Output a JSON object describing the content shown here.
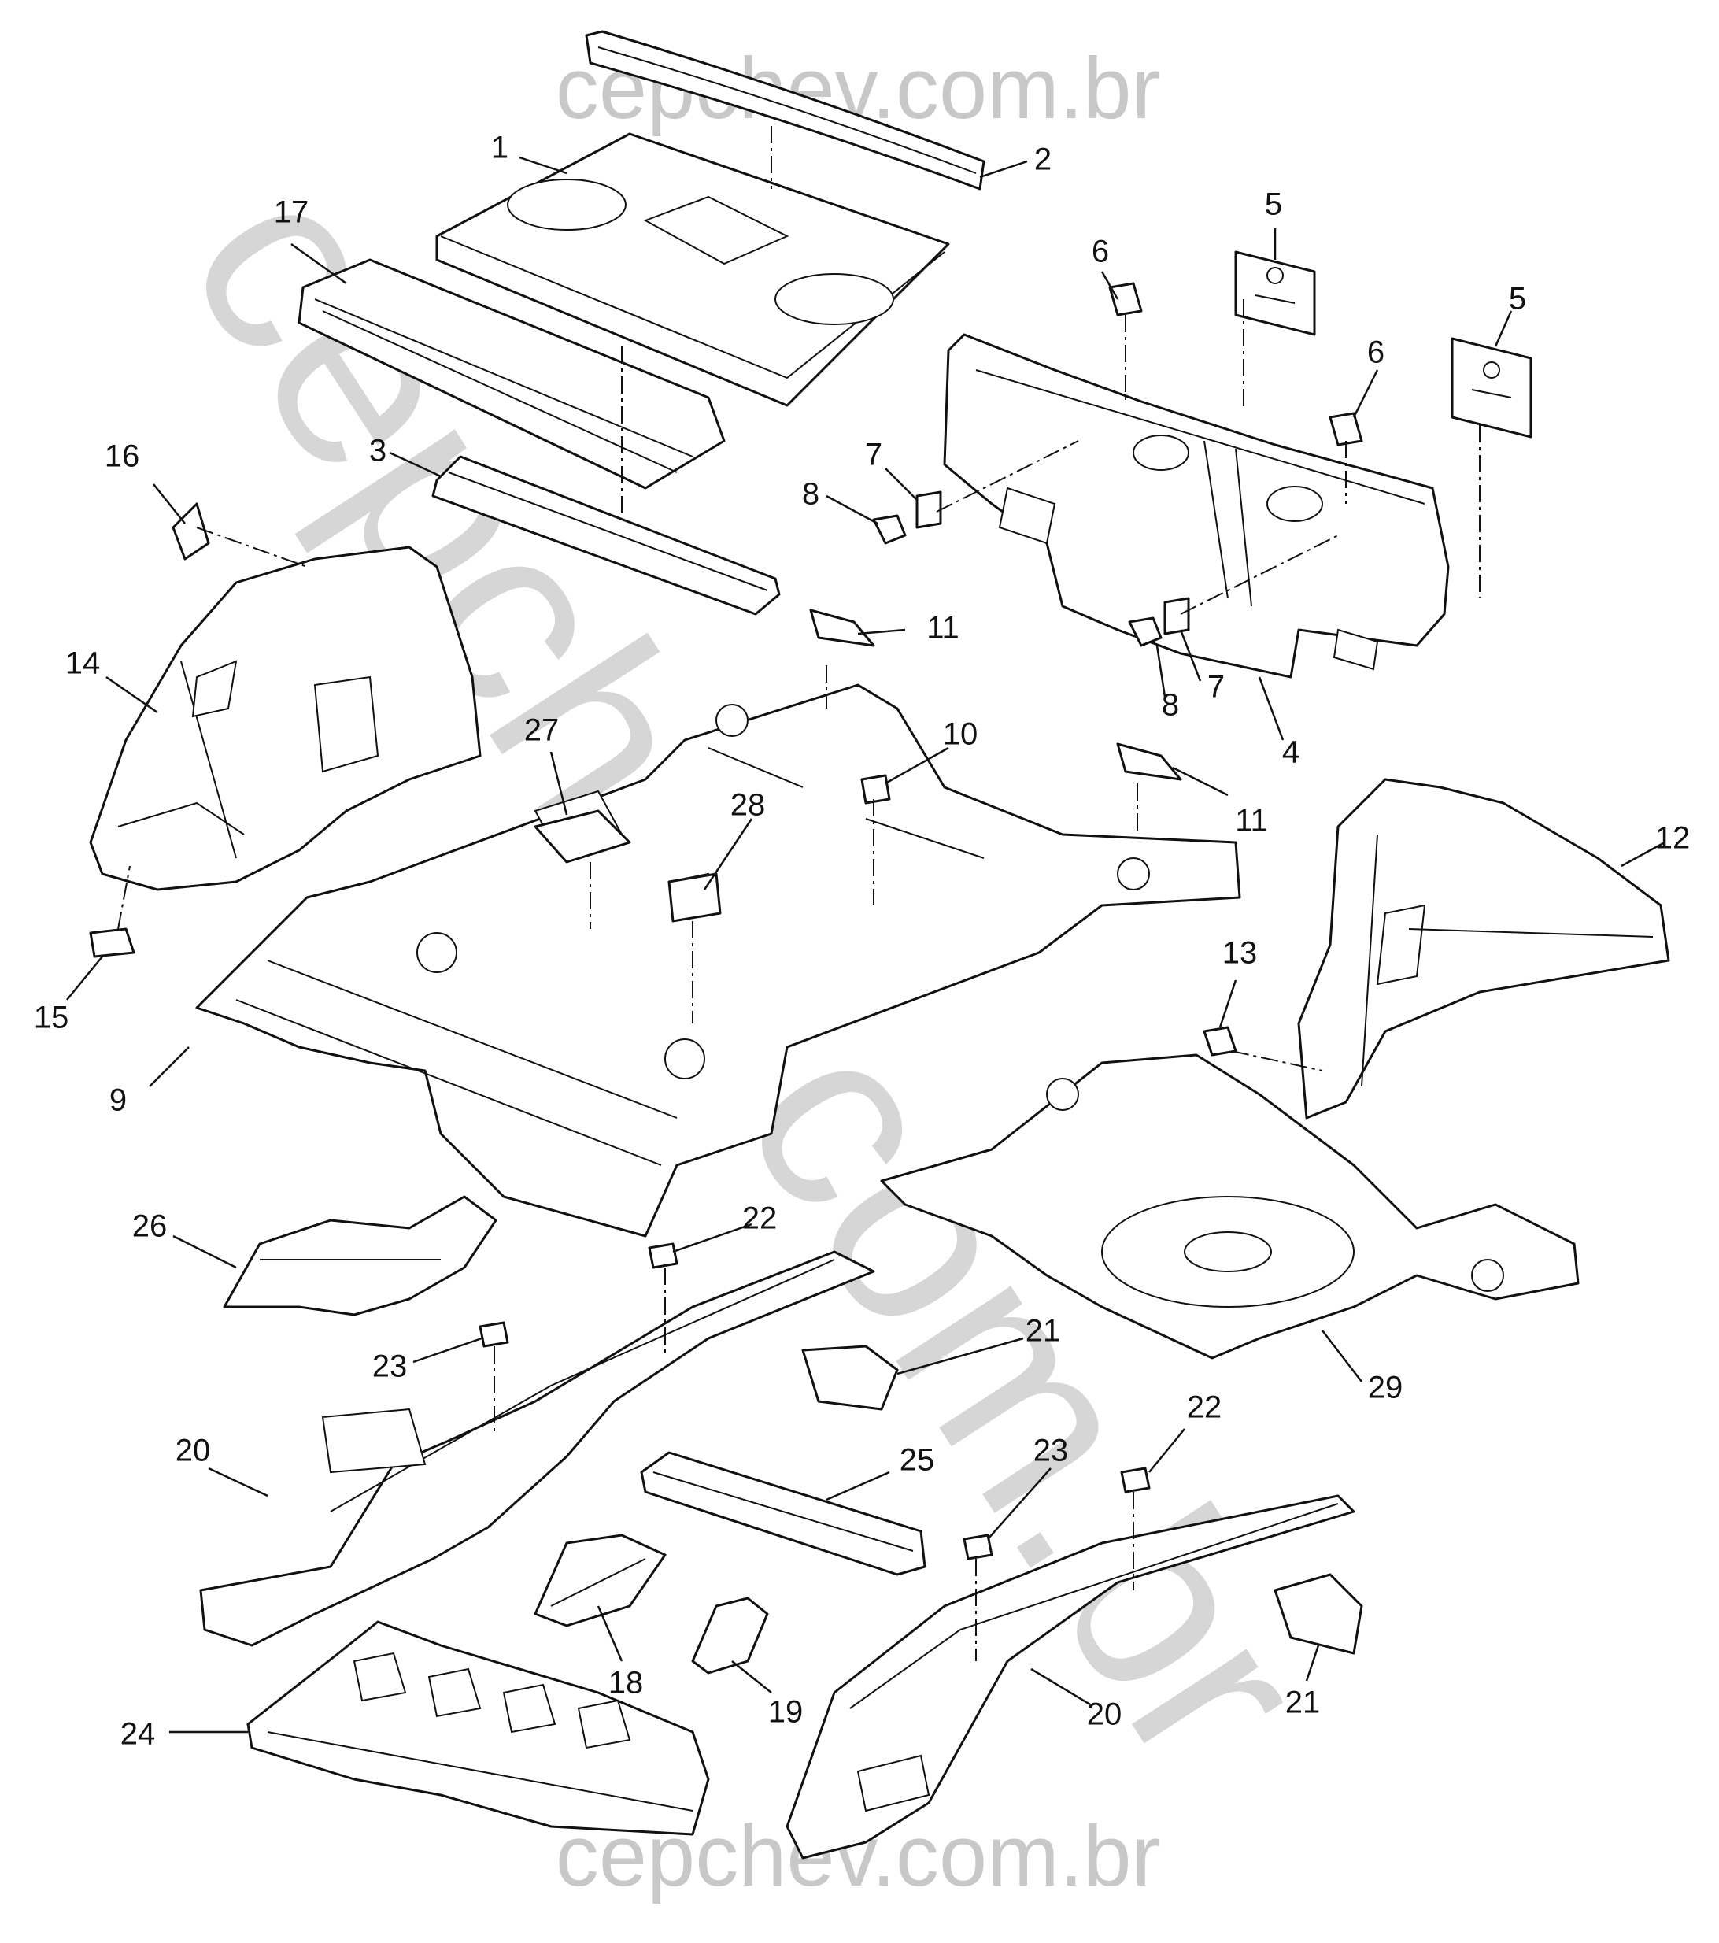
{
  "watermark": {
    "top": "cepchev.com.br",
    "diagonal": "cepchev.com.br",
    "bottom": "cepchev.com.br"
  },
  "callouts": [
    "1",
    "2",
    "3",
    "4",
    "5",
    "5",
    "6",
    "6",
    "7",
    "7",
    "8",
    "8",
    "9",
    "10",
    "11",
    "11",
    "12",
    "13",
    "14",
    "15",
    "16",
    "17",
    "18",
    "19",
    "20",
    "20",
    "21",
    "21",
    "22",
    "22",
    "23",
    "23",
    "24",
    "25",
    "26",
    "27",
    "28",
    "29"
  ]
}
